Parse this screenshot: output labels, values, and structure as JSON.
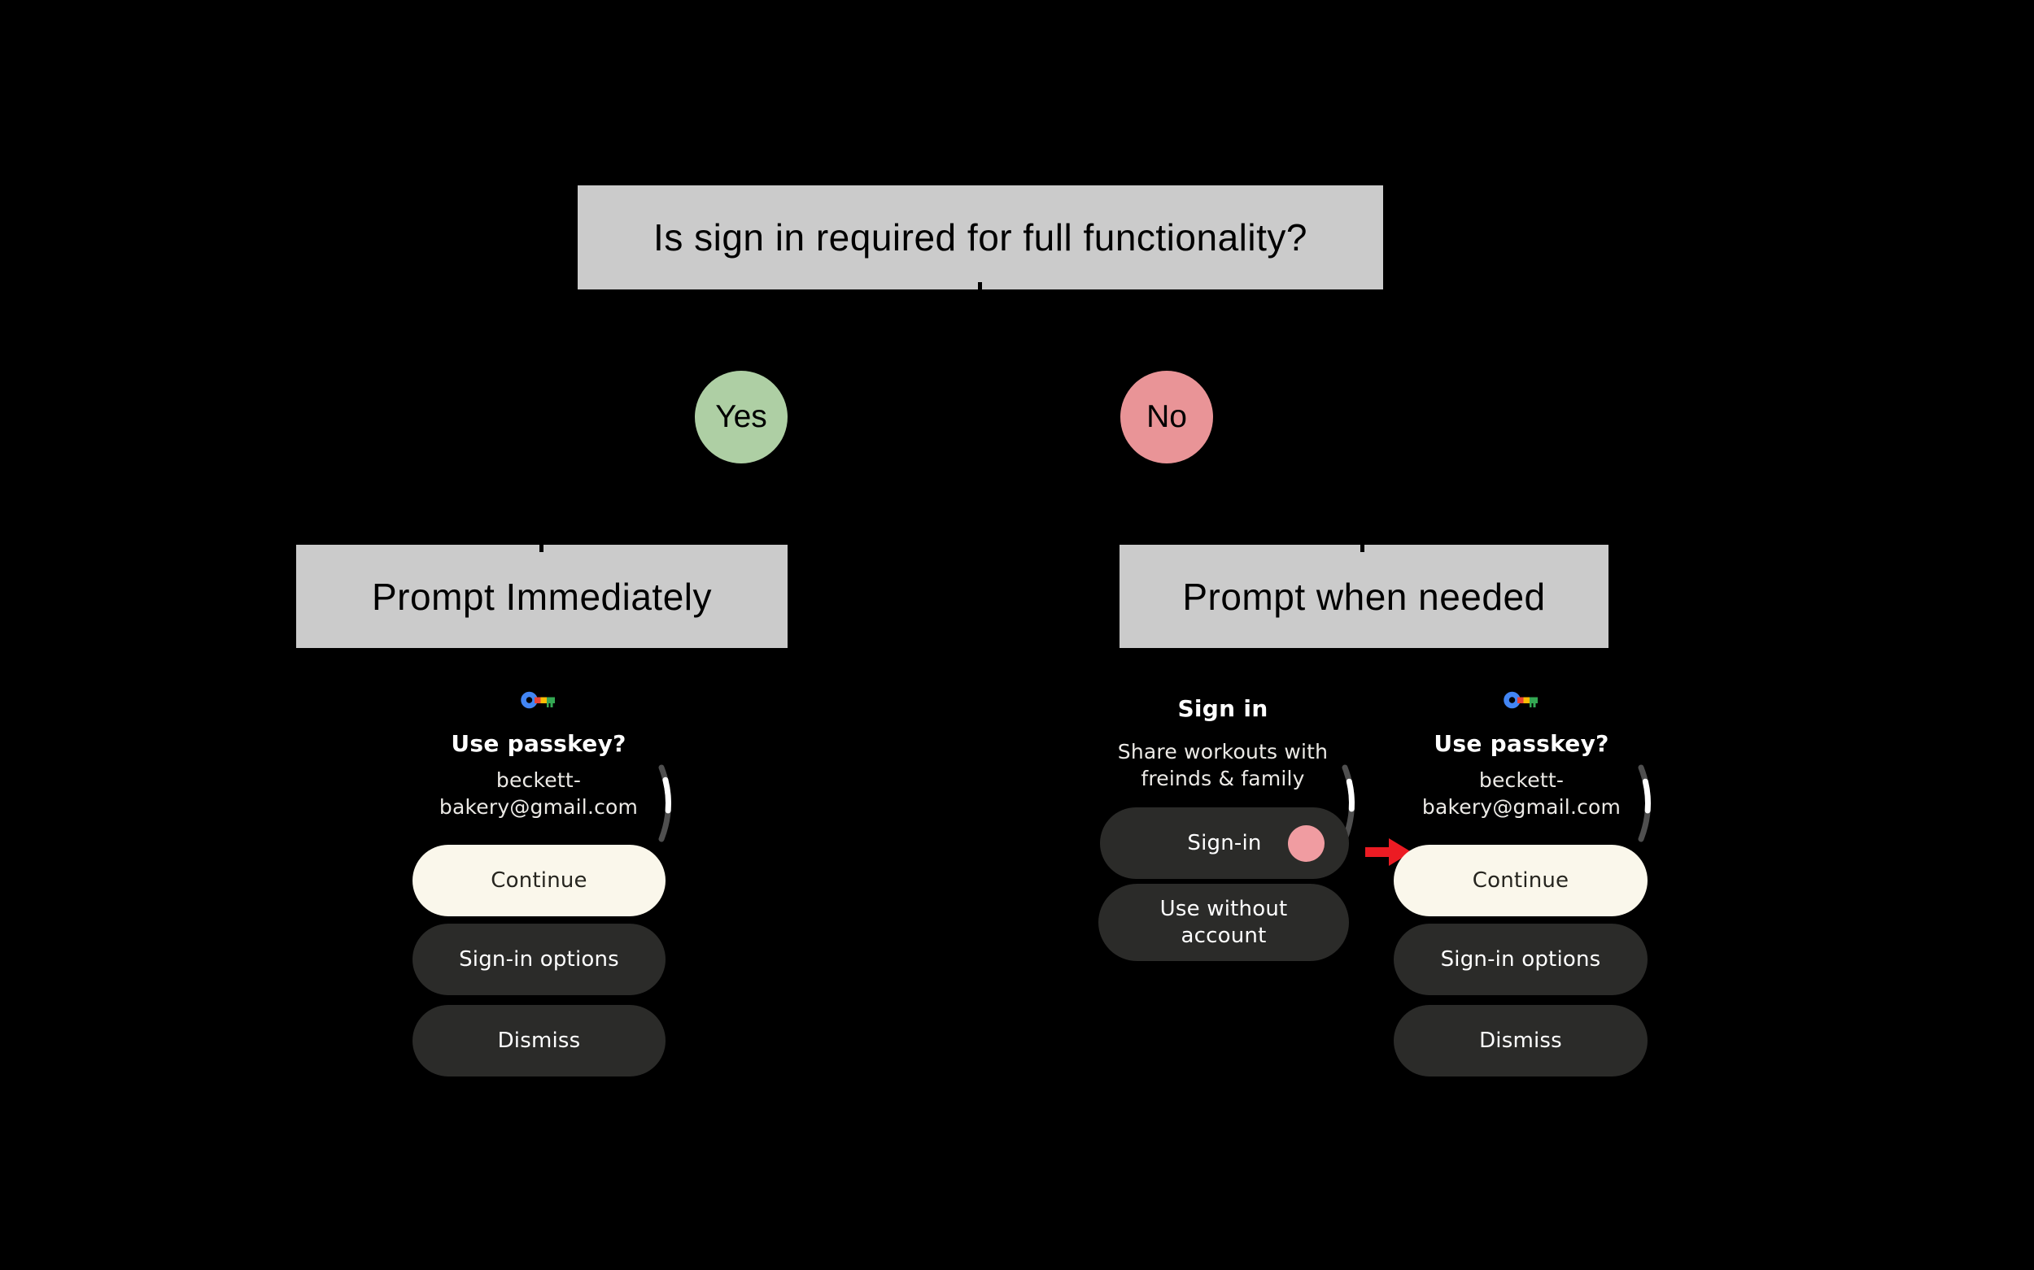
{
  "flowchart": {
    "question": "Is sign in required for full functionality?",
    "branches": {
      "yes": {
        "label": "Yes",
        "outcome": "Prompt Immediately"
      },
      "no": {
        "label": "No",
        "outcome": "Prompt when needed"
      }
    }
  },
  "passkey_screen": {
    "icon": "google-passkey-key-icon",
    "title": "Use passkey?",
    "account_line1": "beckett-",
    "account_line2": "bakery@gmail.com",
    "continue_label": "Continue",
    "signin_options_label": "Sign-in options",
    "dismiss_label": "Dismiss"
  },
  "signin_screen": {
    "title": "Sign in",
    "description_line1": "Share workouts with",
    "description_line2": "freinds & family",
    "signin_label": "Sign-in",
    "use_without_line1": "Use without",
    "use_without_line2": "account"
  },
  "icons": {
    "passkey_key": "google-passkey-key-icon",
    "scroll_indicator": "scroll-arc-indicator",
    "tap_indicator": "tap-dot-indicator",
    "flow_arrow": "red-arrow-icon"
  },
  "colors": {
    "background": "#000000",
    "node_gray": "#CBCBCB",
    "yes_green": "#AECFA4",
    "no_pink": "#E99497",
    "primary_button_cream": "#FAF7EB",
    "secondary_button_dark": "#2B2B29",
    "tap_dot_pink": "#F09CA1",
    "arrow_red": "#EC1B23",
    "scroll_track_gray": "#4F4F4F",
    "scroll_thumb_white": "#FFFFFF"
  }
}
